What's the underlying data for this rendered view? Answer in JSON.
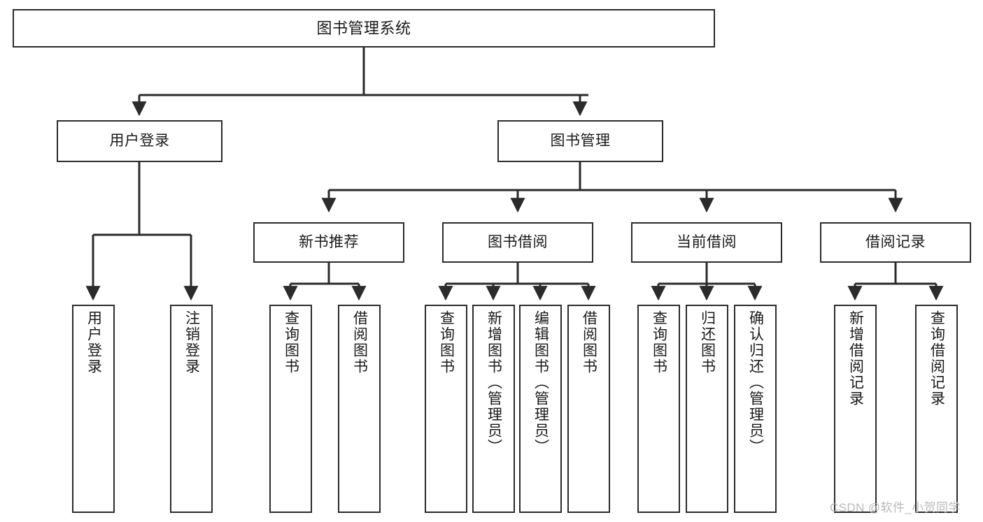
{
  "diagram": {
    "type": "tree",
    "title": "图书管理系统",
    "orientation": "top-down",
    "colors": {
      "node_border": "#2b2b2b",
      "node_fill": "#ffffff",
      "edge": "#2b2b2b",
      "text": "#1a1a1a",
      "watermark": "#b9b9b9"
    },
    "nodes": {
      "root": {
        "label": "图书管理系统"
      },
      "level1": [
        {
          "id": "user-login",
          "label": "用户登录"
        },
        {
          "id": "book-management",
          "label": "图书管理"
        }
      ],
      "level2": [
        {
          "id": "new-book-recommend",
          "label": "新书推荐"
        },
        {
          "id": "book-borrow",
          "label": "图书借阅"
        },
        {
          "id": "current-borrow",
          "label": "当前借阅"
        },
        {
          "id": "borrow-record",
          "label": "借阅记录"
        }
      ],
      "leaves": {
        "user-login": [
          {
            "id": "leaf-user-login",
            "label": "用户登录"
          },
          {
            "id": "leaf-logout-login",
            "label": "注销登录"
          }
        ],
        "new-book-recommend": [
          {
            "id": "leaf-query-book-1",
            "label": "查询图书"
          },
          {
            "id": "leaf-borrow-book-1",
            "label": "借阅图书"
          }
        ],
        "book-borrow": [
          {
            "id": "leaf-query-book-2",
            "label": "查询图书"
          },
          {
            "id": "leaf-add-book",
            "label": "新增图书（管理员）"
          },
          {
            "id": "leaf-edit-book",
            "label": "编辑图书（管理员）"
          },
          {
            "id": "leaf-borrow-book-2",
            "label": "借阅图书"
          }
        ],
        "current-borrow": [
          {
            "id": "leaf-query-book-3",
            "label": "查询图书"
          },
          {
            "id": "leaf-return-book",
            "label": "归还图书"
          },
          {
            "id": "leaf-confirm-return",
            "label": "确认归还（管理员）"
          }
        ],
        "borrow-record": [
          {
            "id": "leaf-add-record",
            "label": "新增借阅记录"
          },
          {
            "id": "leaf-query-record",
            "label": "查询借阅记录"
          }
        ]
      }
    }
  },
  "watermark": {
    "text": "CSDN @软件_小贺同学"
  }
}
